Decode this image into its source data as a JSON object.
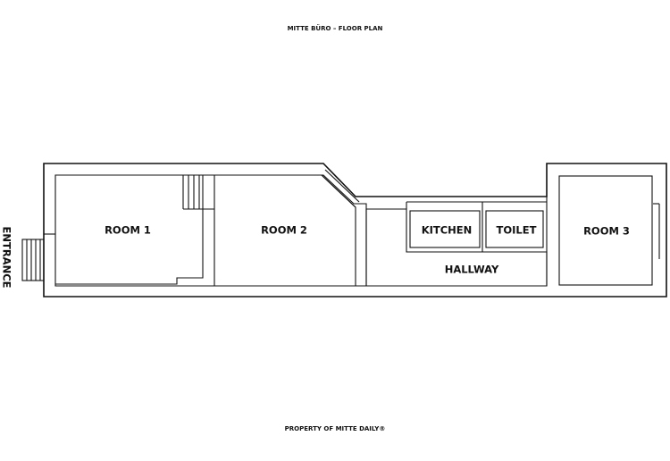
{
  "header": {
    "title": "MITTE BÜRO – FLOOR PLAN"
  },
  "footer": {
    "text": "PROPERTY OF MITTE DAILY®"
  },
  "rooms": {
    "room1": "ROOM 1",
    "room2": "ROOM 2",
    "kitchen": "KITCHEN",
    "toilet": "TOILET",
    "room3": "ROOM 3",
    "hallway": "HALLWAY",
    "entrance": "ENTRANCE"
  }
}
